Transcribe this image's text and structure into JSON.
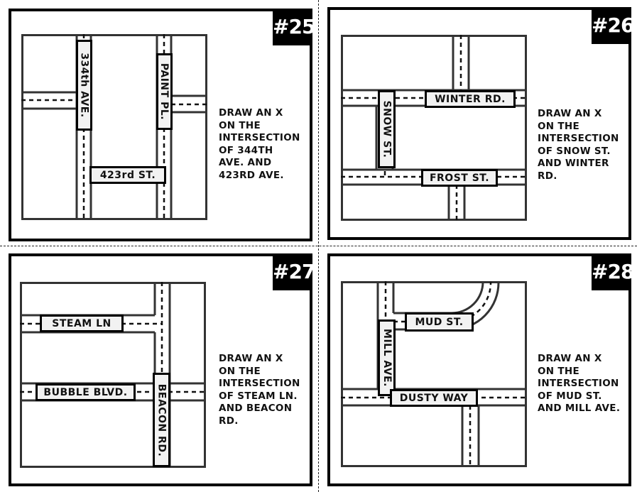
{
  "cards": [
    {
      "number": "#25",
      "instruction": "DRAW AN X\nON THE\nINTERSECTION\nOF 344TH\nAVE. AND\n423RD AVE.",
      "streets": [
        "334th AVE.",
        "PAINT PL.",
        "423rd ST."
      ]
    },
    {
      "number": "#26",
      "instruction": "DRAW AN X\nON THE\nINTERSECTION\nOF SNOW ST.\nAND WINTER\nRD.",
      "streets": [
        "SNOW ST.",
        "WINTER RD.",
        "FROST ST."
      ]
    },
    {
      "number": "#27",
      "instruction": "DRAW AN X\nON THE\nINTERSECTION\nOF STEAM LN.\nAND BEACON\nRD.",
      "streets": [
        "STEAM LN",
        "BUBBLE BLVD.",
        "BEACON RD."
      ]
    },
    {
      "number": "#28",
      "instruction": "DRAW AN X\nON THE\nINTERSECTION\nOF MUD ST.\nAND MILL AVE.",
      "streets": [
        "MILL AVE.",
        "MUD ST.",
        "DUSTY WAY"
      ]
    }
  ],
  "colors": {
    "ink": "#000000",
    "map_line": "#333333",
    "sign_fill": "#f2f2f2",
    "badge_bg": "#000000",
    "badge_text": "#ffffff"
  }
}
